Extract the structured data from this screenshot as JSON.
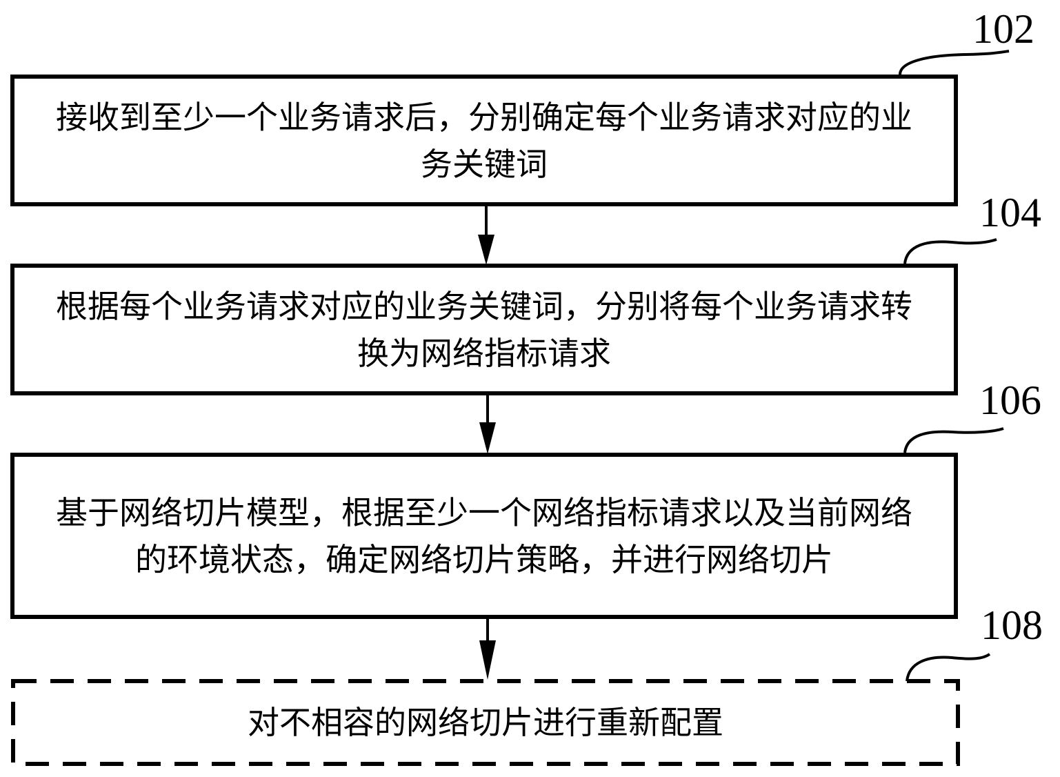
{
  "diagram": {
    "type": "flowchart",
    "steps": [
      {
        "id": "102",
        "text": "接收到至少一个业务请求后，分别确定每个业务请求对应的业务关键词",
        "style": "solid"
      },
      {
        "id": "104",
        "text": "根据每个业务请求对应的业务关键词，分别将每个业务请求转换为网络指标请求",
        "style": "solid"
      },
      {
        "id": "106",
        "text": "基于网络切片模型，根据至少一个网络指标请求以及当前网络的环境状态，确定网络切片策略，并进行网络切片",
        "style": "solid"
      },
      {
        "id": "108",
        "text": "对不相容的网络切片进行重新配置",
        "style": "dashed"
      }
    ],
    "edges": [
      {
        "from": "102",
        "to": "104"
      },
      {
        "from": "104",
        "to": "106"
      },
      {
        "from": "106",
        "to": "108"
      }
    ]
  }
}
